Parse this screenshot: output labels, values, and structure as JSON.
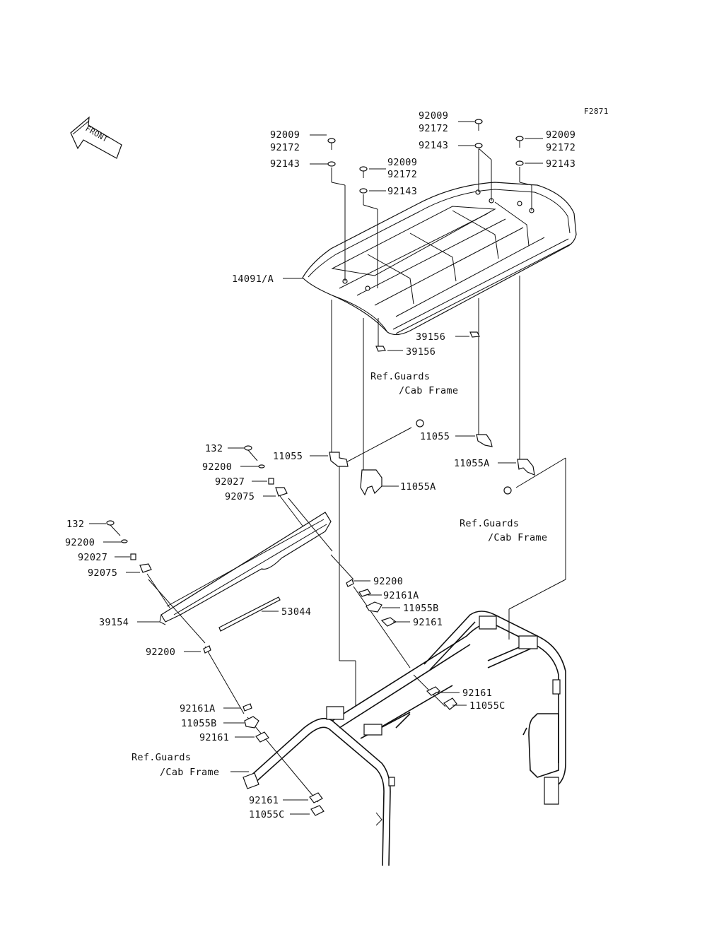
{
  "figure_code": "F2871",
  "front_arrow_text": "FRONT",
  "labels": {
    "l01": "92009",
    "l02": "92172",
    "l03": "92009",
    "l04": "92172",
    "l05": "92143",
    "l06": "92009",
    "l07": "92172",
    "l08": "92143",
    "l09": "92009",
    "l10": "92172",
    "l11": "92143",
    "l12": "92143",
    "l13": "14091/A",
    "l14": "39156",
    "l15": "39156",
    "l16": "Ref.Guards",
    "l17": "/Cab Frame",
    "l18": "11055",
    "l19": "132",
    "l20": "11055",
    "l21": "11055A",
    "l22": "92200",
    "l23": "92027",
    "l24": "11055A",
    "l25": "92075",
    "l26": "Ref.Guards",
    "l27": "/Cab Frame",
    "l28": "132",
    "l29": "92200",
    "l30": "92027",
    "l31": "92075",
    "l32": "92200",
    "l33": "92161A",
    "l34": "11055B",
    "l35": "53044",
    "l36": "92161",
    "l37": "39154",
    "l38": "92200",
    "l39": "92161",
    "l40": "11055C",
    "l41": "92161A",
    "l42": "11055B",
    "l43": "92161",
    "l44": "Ref.Guards",
    "l45": "/Cab Frame",
    "l46": "92161",
    "l47": "11055C"
  }
}
